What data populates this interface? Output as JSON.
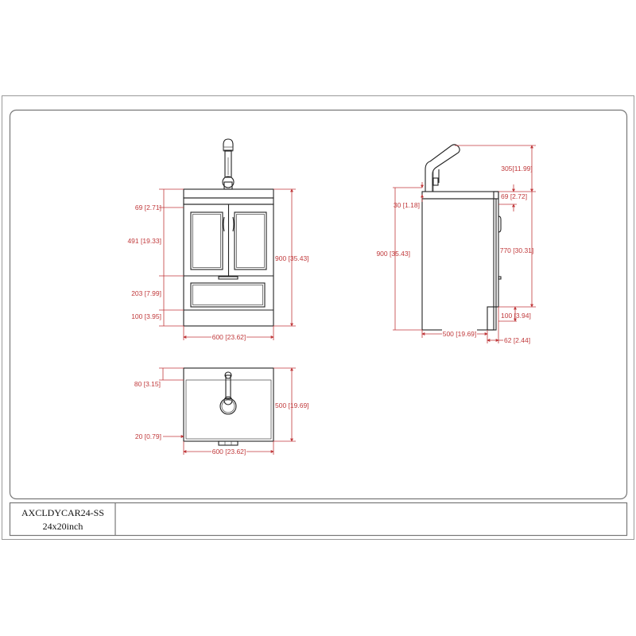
{
  "title_block": {
    "model": "AXCLDYCAR24-SS",
    "size": "24x20inch"
  },
  "colors": {
    "dimension": "#c0393b",
    "outline": "#222222",
    "frame": "#999999"
  },
  "views": {
    "front": {
      "dims": {
        "top_band": "69 [2.71]",
        "doors": "491 [19.33]",
        "drawer": "203 [7.99]",
        "base": "100 [3.95]",
        "total_height": "900 [35.43]",
        "width": "600 [23.62]"
      }
    },
    "side": {
      "dims": {
        "faucet": "305[11.99]",
        "top_band": "69 [2.72]",
        "counter": "30 [1.18]",
        "total_height": "900 [35.43]",
        "cabinet_height": "770 [30.31]",
        "toe_kick_height": "100 [3.94]",
        "depth": "500 [19.69]",
        "toe_kick_depth": "62 [2.44]"
      }
    },
    "top": {
      "dims": {
        "back_edge": "80 [3.15]",
        "front_edge": "20 [0.79]",
        "depth": "500 [19.69]",
        "width": "600 [23.62]"
      }
    }
  }
}
